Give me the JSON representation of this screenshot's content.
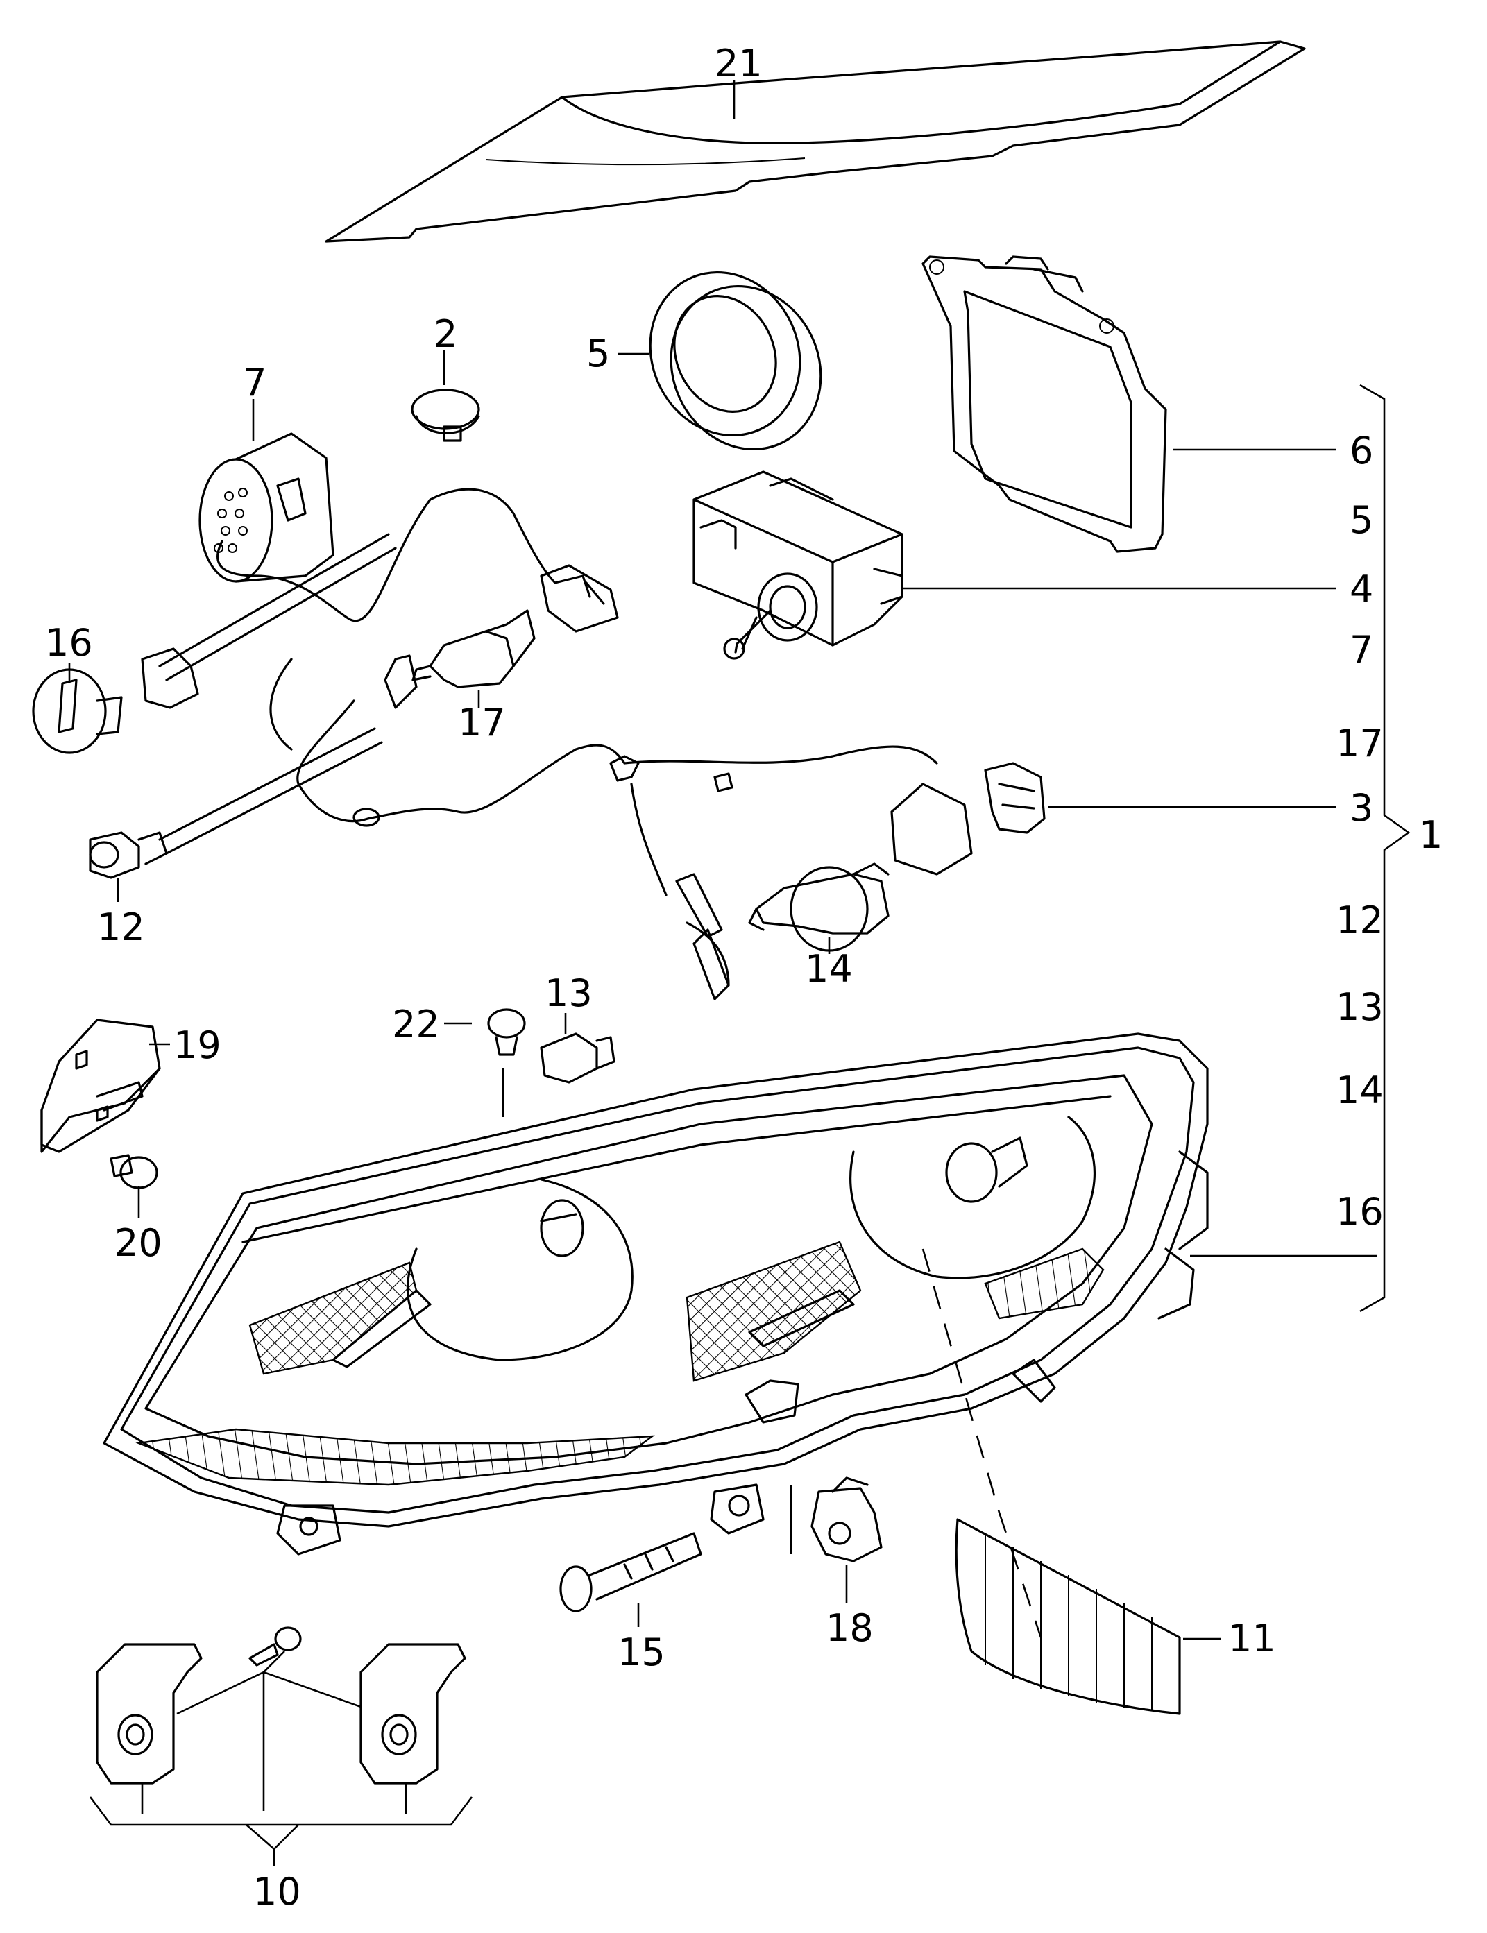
{
  "callouts": {
    "c21": "21",
    "c2": "2",
    "c5": "5",
    "c7": "7",
    "c6": "6",
    "c16": "16",
    "c17": "17",
    "c4": "4",
    "c3": "3",
    "c12": "12",
    "c14": "14",
    "c13": "13",
    "c22": "22",
    "c19": "19",
    "c20": "20",
    "c15": "15",
    "c18": "18",
    "c11": "11",
    "c10": "10",
    "c1": "1"
  },
  "assembly_list": {
    "label": "1",
    "items": [
      "6",
      "5",
      "4",
      "7",
      "17",
      "3",
      "12",
      "13",
      "14",
      "16"
    ]
  }
}
